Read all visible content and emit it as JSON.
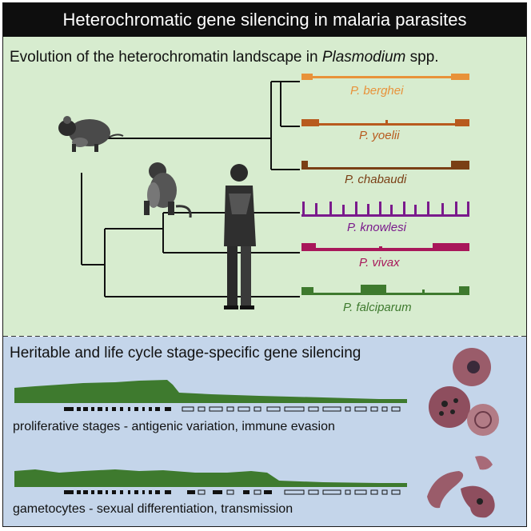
{
  "title": "Heterochromatic gene silencing in malaria parasites",
  "top": {
    "heading_prefix": "Evolution of the heterochromatin landscape in ",
    "heading_genus": "Plasmodium",
    "heading_suffix": " spp.",
    "species": [
      {
        "name": "P. berghei",
        "color": "#e8923a"
      },
      {
        "name": "P. yoelii",
        "color": "#b85a1e"
      },
      {
        "name": "P. chabaudi",
        "color": "#7a3f15"
      },
      {
        "name": "P. knowlesi",
        "color": "#7a1a8c"
      },
      {
        "name": "P. vivax",
        "color": "#a8175a"
      },
      {
        "name": "P. falciparum",
        "color": "#3e7a2e"
      }
    ]
  },
  "bottom": {
    "heading": "Heritable and life cycle stage-specific gene silencing",
    "caption_1": "proliferative stages - antigenic variation, immune evasion",
    "caption_2": "gametocytes - sexual differentiation, transmission",
    "track_color": "#3e7a2e"
  }
}
